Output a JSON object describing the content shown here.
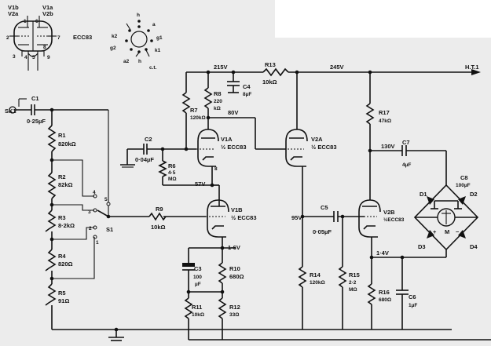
{
  "pinout": {
    "l1": "V1b",
    "l2": "V2a",
    "l3": "V1a",
    "l4": "V2b",
    "type": "ECC83",
    "p1": "1",
    "p2": "6",
    "p3": "2",
    "p4": "7",
    "p5": "3",
    "p6": "4",
    "p7": "5",
    "p8": "9",
    "p9": "8"
  },
  "base": {
    "h1": "h",
    "a1": "a",
    "g1": "g1",
    "k1": "k1",
    "k2": "k2",
    "g2": "g2",
    "a2": "a2",
    "h2": "h",
    "ct": "c.t."
  },
  "input": {
    "sk": "SK1",
    "c1": "C1",
    "c1v": "0·25µF",
    "r1": "R1",
    "r1v": "820kΩ",
    "r2": "R2",
    "r2v": "82kΩ",
    "r3": "R3",
    "r3v": "8·2kΩ",
    "r4": "R4",
    "r4v": "820Ω",
    "r5": "R5",
    "r5v": "91Ω",
    "s1": "S1",
    "sw1": "1",
    "sw2": "2",
    "sw3": "3",
    "sw4": "4",
    "sw5": "5"
  },
  "stage1": {
    "c2": "C2",
    "c2v": "0·04µF",
    "r6": "R6",
    "r6v1": "4·5",
    "r6v2": "MΩ",
    "r7": "R7",
    "r7v": "120kΩ",
    "r8": "R8",
    "r8v1": "220",
    "r8v2": "kΩ",
    "c4": "C4",
    "c4v": "8µF",
    "v1a": "V1A",
    "v1av": "½ ECC83",
    "pin8": "8",
    "v1b": "V1B",
    "v1bv": "½ ECC83",
    "r9": "R9",
    "r9v": "10kΩ",
    "c3": "C3",
    "c3v1": "100",
    "c3v2": "µF",
    "r10": "R10",
    "r10v": "680Ω",
    "r11": "R11",
    "r11v": "10kΩ",
    "r12": "R12",
    "r12v": "33Ω"
  },
  "stage2": {
    "r13": "R13",
    "r13v": "10kΩ",
    "v2a": "V2A",
    "v2av": "½ ECC83",
    "c5": "C5",
    "c5v": "0·05µF",
    "r14": "R14",
    "r14v": "120kΩ",
    "r15": "R15",
    "r15v1": "2·2",
    "r15v2": "MΩ"
  },
  "meter": {
    "r17": "R17",
    "r17v": "47kΩ",
    "c7": "C7",
    "c7v": "4µF",
    "c8": "C8",
    "c8v": "100µF",
    "v2b": "V2B",
    "v2bv": "½ECC83",
    "r16": "R16",
    "r16v": "680Ω",
    "c6": "C6",
    "c6v": "1µF",
    "d1": "D1",
    "d2": "D2",
    "d3": "D3",
    "d4": "D4",
    "m": "M",
    "plus": "+",
    "minus": "−"
  },
  "voltages": {
    "v215": "215V",
    "v245": "245V",
    "v80": "80V",
    "v57": "57V",
    "v95": "95V",
    "v130": "130V",
    "v16": "1·6V",
    "v14": "1·4V",
    "ht": "H.T.1"
  }
}
